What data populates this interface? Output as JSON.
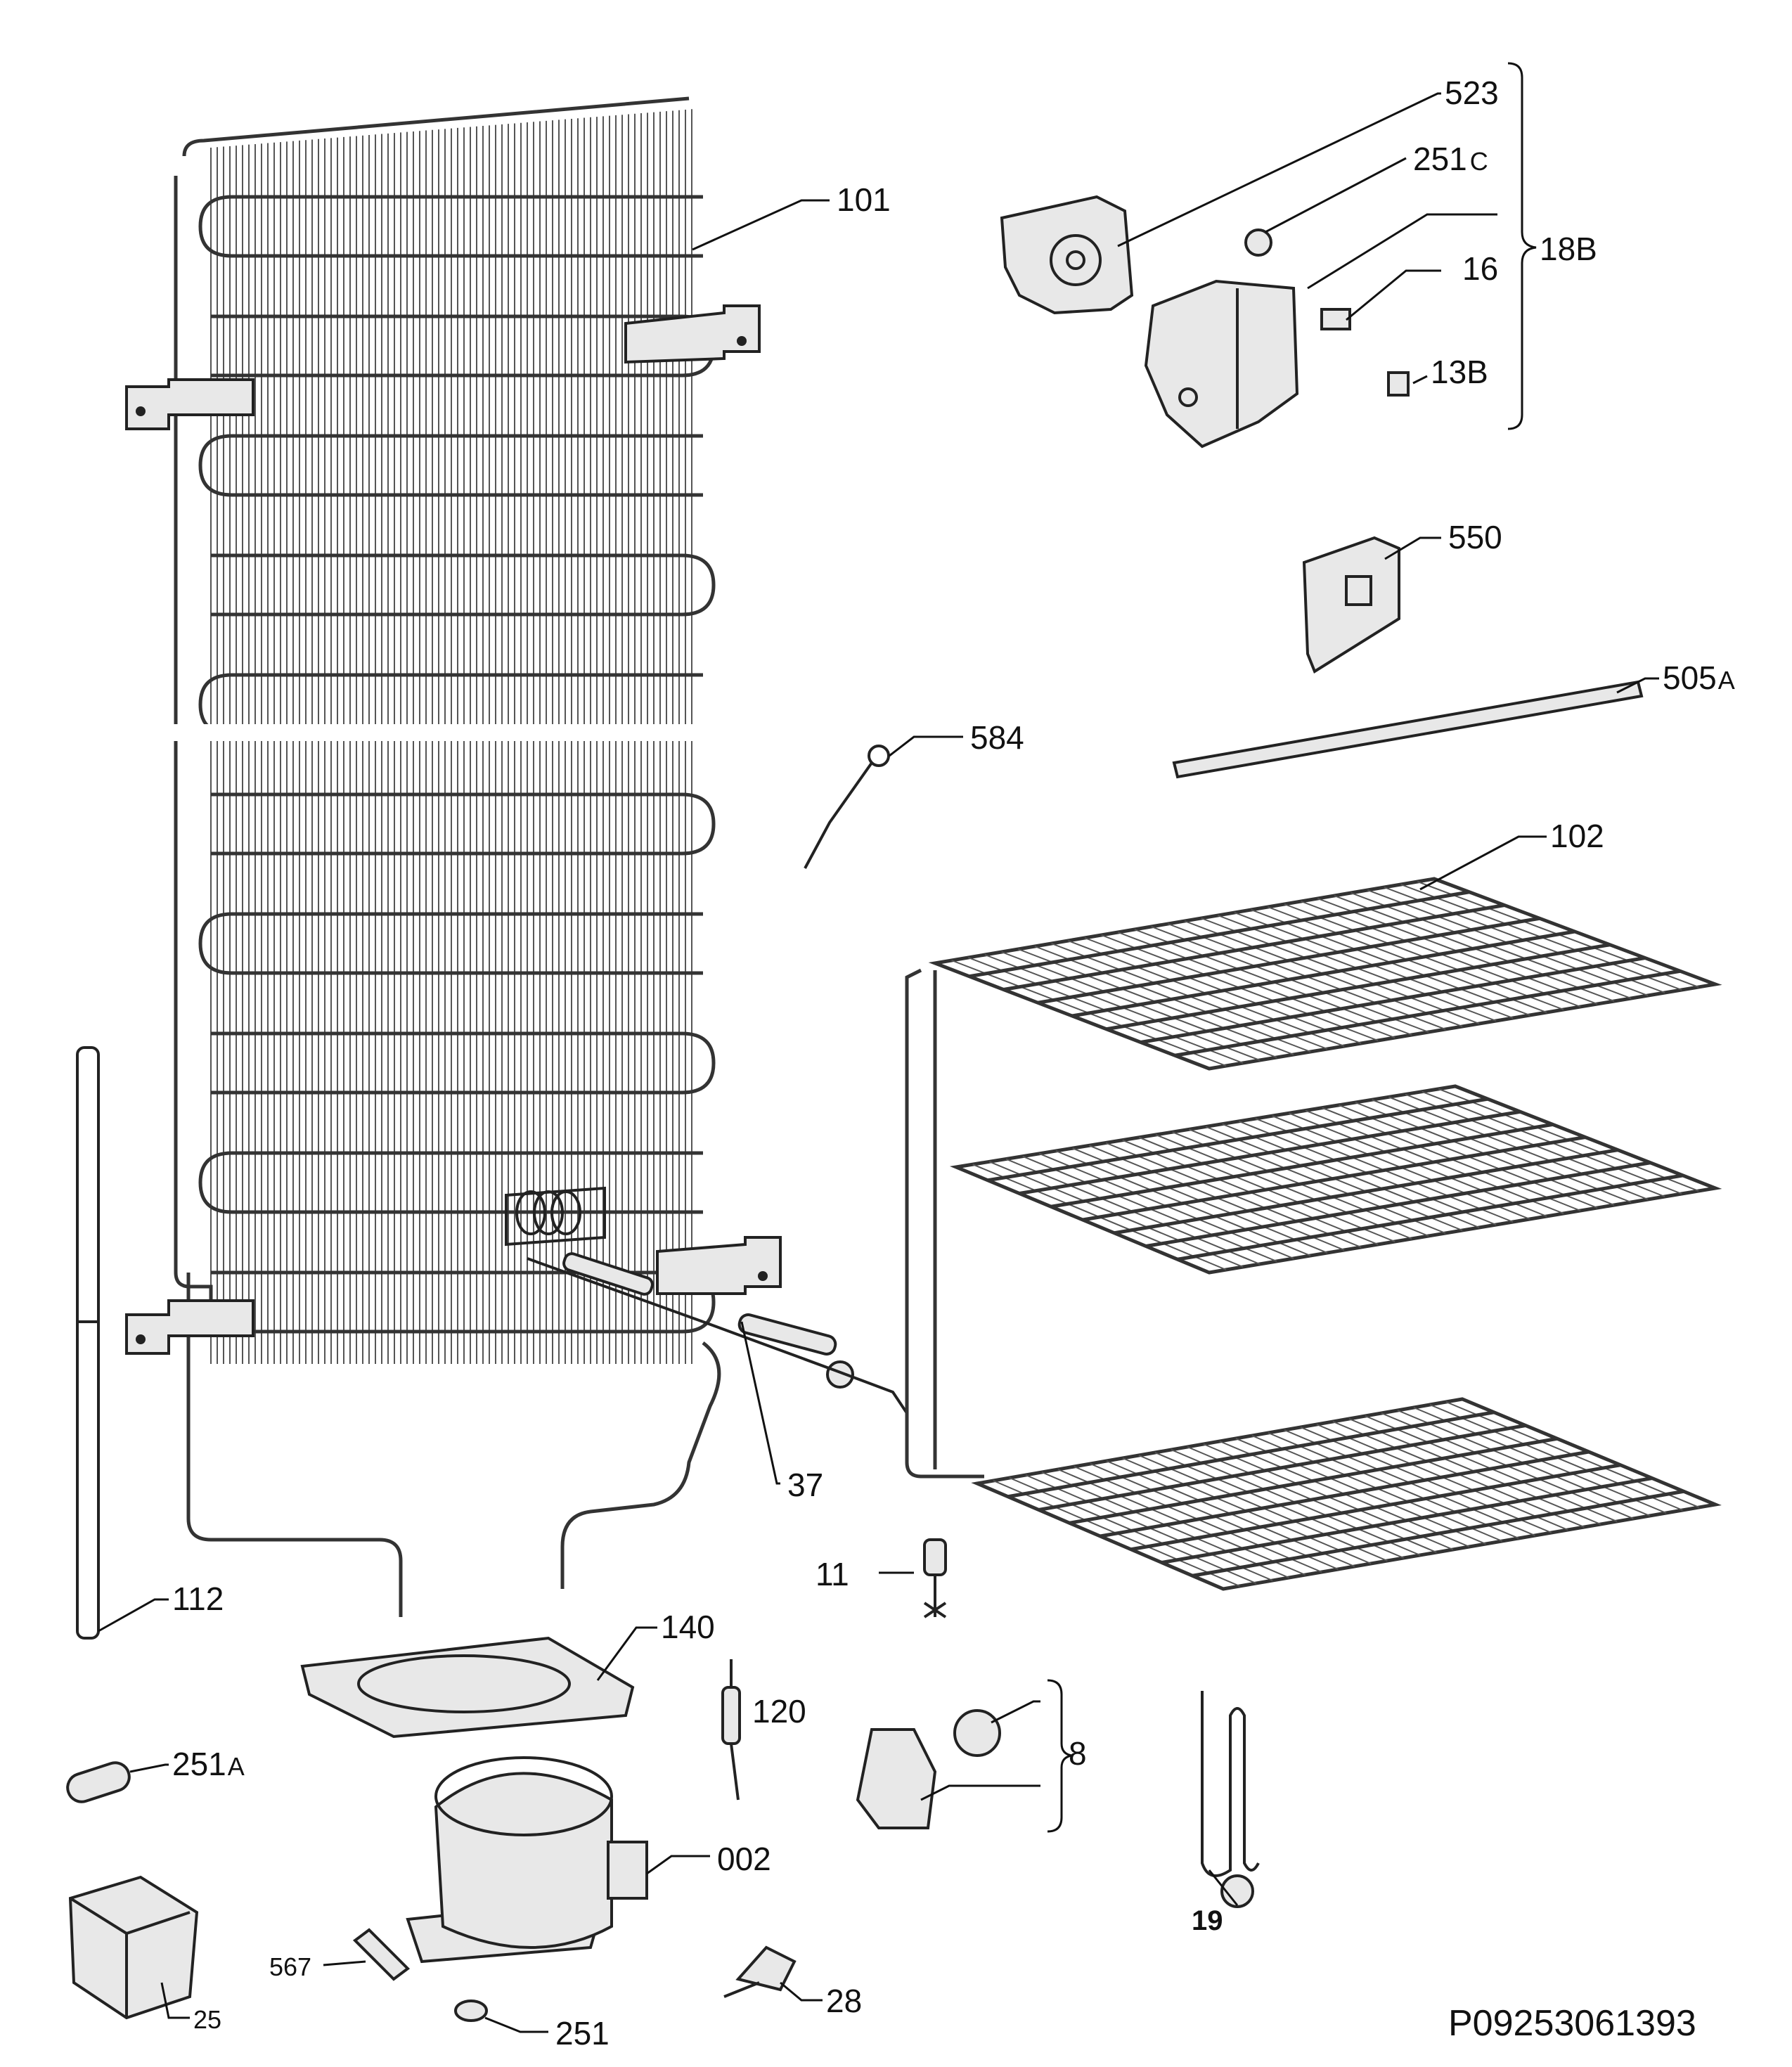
{
  "labels": {
    "p523": "523",
    "p251c": "251",
    "p251c_sub": "C",
    "p16": "16",
    "p13b": "13B",
    "p18b": "18B",
    "p101": "101",
    "p550": "550",
    "p505a": "505",
    "p505a_sub": "A",
    "p584": "584",
    "p102": "102",
    "p37": "37",
    "p11": "11",
    "p112": "112",
    "p140": "140",
    "p120": "120",
    "p8": "8",
    "p251a": "251",
    "p251a_sub": "A",
    "p002": "002",
    "p19": "19",
    "p567": "567",
    "p28": "28",
    "p25": "25",
    "p251": "251"
  },
  "drawing_code": "P09253061393"
}
